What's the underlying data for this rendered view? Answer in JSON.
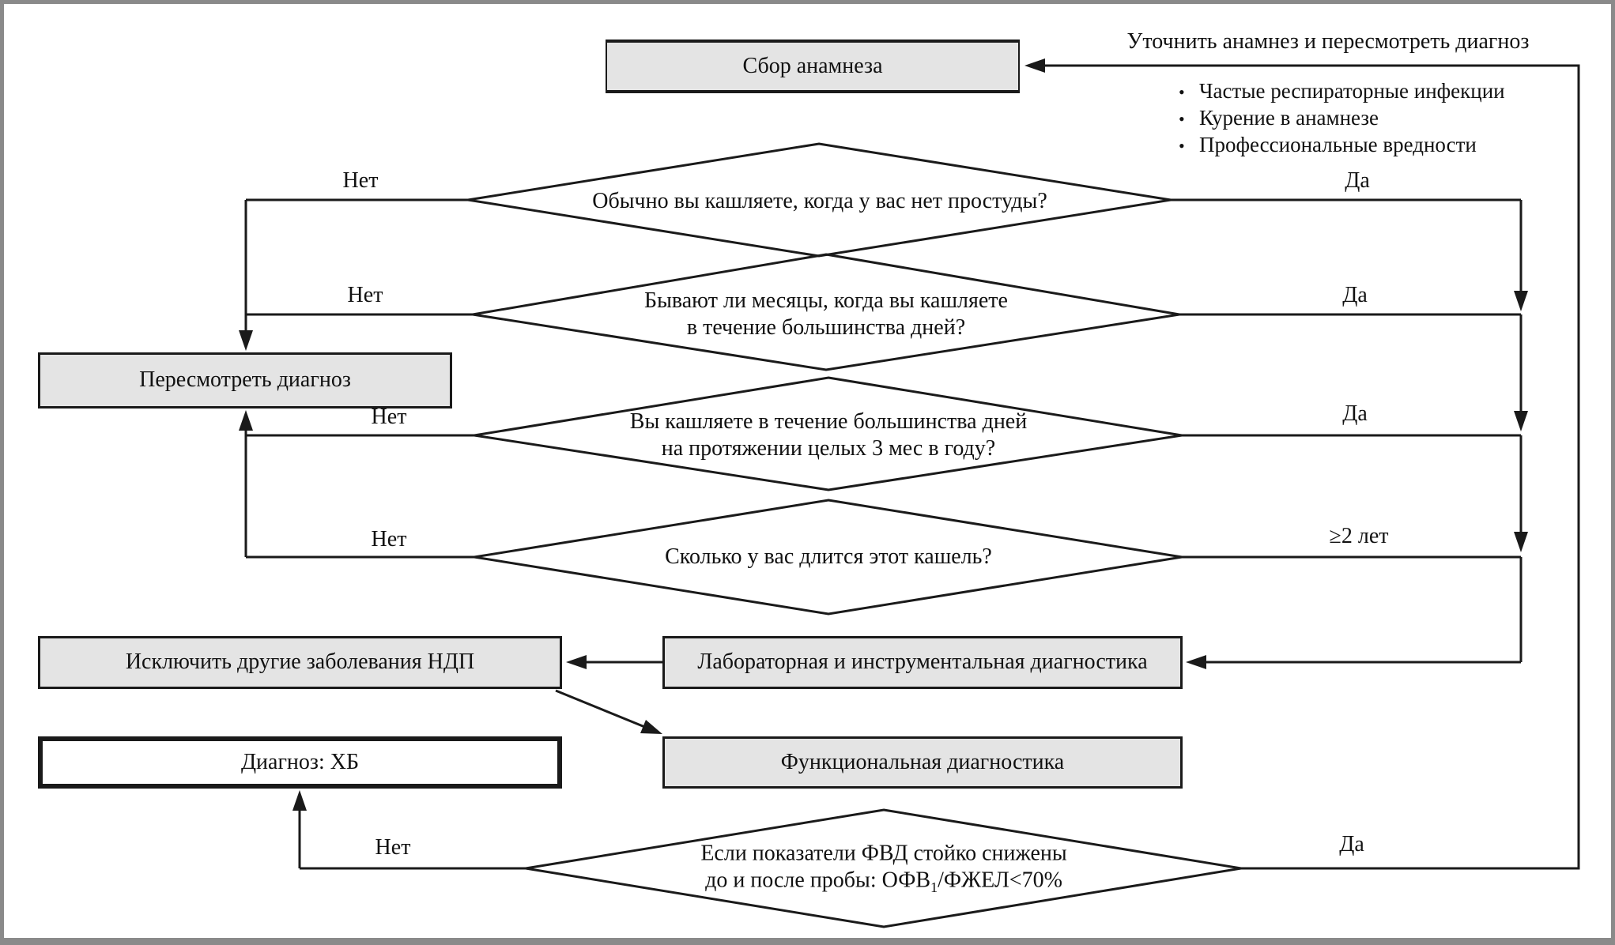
{
  "colors": {
    "line": "#1a1a1a",
    "box_fill": "#e4e4e4",
    "box_border": "#1a1a1a",
    "frame": "#8a8a8a",
    "background": "#ffffff"
  },
  "flowchart": {
    "boxes": {
      "sbor": "Сбор анамнеза",
      "peresmotret": "Пересмотреть диагноз",
      "isklyuchit": "Исключить другие заболевания НДП",
      "lab": "Лабораторная и инструментальная диагностика",
      "diagnoz": "Диагноз: ХБ",
      "funk": "Функциональная диагностика"
    },
    "diamonds": {
      "d1": {
        "line1": "Обычно вы кашляете, когда у вас нет простуды?"
      },
      "d2": {
        "line1": "Бывают ли месяцы, когда вы кашляете",
        "line2": "в течение большинства дней?"
      },
      "d3": {
        "line1": "Вы кашляете в течение большинства дней",
        "line2": "на протяжении целых 3 мес в году?"
      },
      "d4": {
        "line1": "Сколько у вас длится этот кашель?"
      },
      "d5": {
        "line1": "Если показатели ФВД стойко снижены",
        "line2_prefix": "до и после пробы: ОФВ",
        "line2_sub": "1",
        "line2_suffix": "/ФЖЕЛ<70%"
      }
    },
    "labels": {
      "net": "Нет",
      "da": "Да",
      "ge2": "≥2 лет",
      "utochnit": "Уточнить анамнез и пересмотреть диагноз"
    },
    "anamnesis_notes": {
      "bullet": "•",
      "items": [
        "Частые респираторные инфекции",
        "Курение в анамнезе",
        "Профессиональные вредности"
      ]
    }
  }
}
